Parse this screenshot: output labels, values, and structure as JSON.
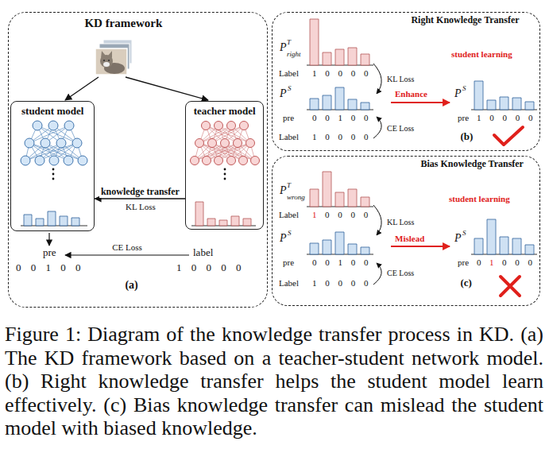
{
  "diagram": {
    "caption": "Figure 1: Diagram of the knowledge transfer process in KD. (a) The KD framework based on a teacher-student network model. (b) Right knowledge transfer helps the student model learn effectively. (c) Bias knowledge transfer can mislead the student model with biased knowledge.",
    "nodes": [
      {
        "text": [
          "KD framework",
          "(a)"
        ]
      },
      {
        "text": [
          "student model"
        ],
        "in": 0
      },
      {
        "text": [
          "teacher model"
        ],
        "in": 0
      },
      {
        "text": [
          "Right Knowledge Transfer",
          "(b)"
        ]
      },
      {
        "text": [
          "Bias Knowledge Transfer",
          "(c)"
        ]
      }
    ],
    "edges": [
      {
        "from": 2,
        "to": 1,
        "label": "knowledge transfer",
        "arrow": "to"
      }
    ],
    "labels": [
      "KL Loss",
      "pre",
      "0 0 1 0 0",
      "CE Loss",
      "label",
      "1 0 0 0 0",
      "P",
      "T",
      "right",
      "Label",
      "1 0 0 0 0",
      "KL Loss",
      "P",
      "S",
      "pre",
      "0 0 1 0 0",
      "CE Loss",
      "Label",
      "1 0 0 0 0",
      "Enhance",
      "student learning",
      "P",
      "S",
      "pre",
      "1 0 0 0 0",
      "P",
      "T",
      "wrong",
      "Label",
      "1",
      "0 0 0 0",
      "KL Loss",
      "P",
      "S",
      "pre",
      "0 0 1 0 0",
      "CE Loss",
      "Label",
      "1 0 0 0 0",
      "Mislead",
      "student learning",
      "P",
      "S",
      "pre",
      "0",
      "1",
      "0 0 0"
    ]
  }
}
